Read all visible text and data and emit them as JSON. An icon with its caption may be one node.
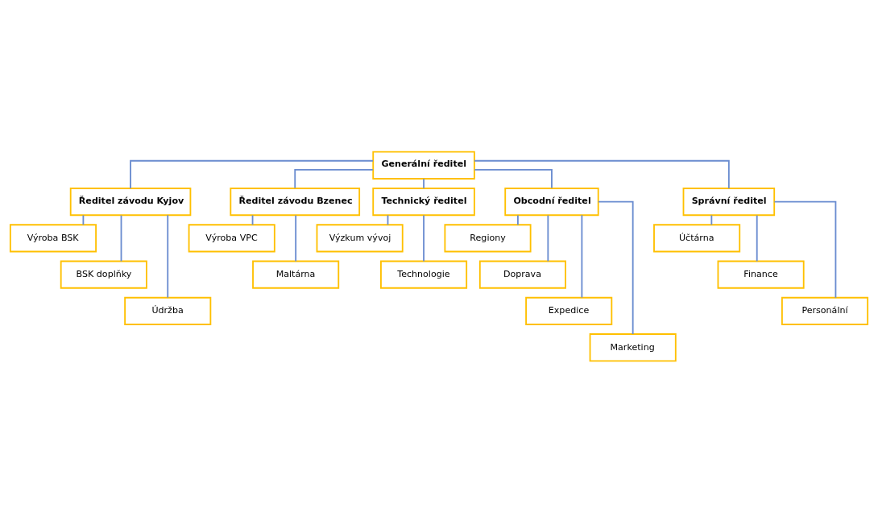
{
  "diagram": {
    "nodes": [
      {
        "text": [
          "Generální ředitel"
        ]
      },
      {
        "text": [
          "Ředitel závodu Kyjov"
        ]
      },
      {
        "text": [
          "Ředitel závodu Bzenec"
        ]
      },
      {
        "text": [
          "Technický ředitel"
        ]
      },
      {
        "text": [
          "Obcodní ředitel"
        ]
      },
      {
        "text": [
          "Správní ředitel"
        ]
      },
      {
        "text": [
          "Výroba BSK"
        ]
      },
      {
        "text": [
          "BSK doplňky"
        ]
      },
      {
        "text": [
          "Údržba"
        ]
      },
      {
        "text": [
          "Výroba VPC"
        ]
      },
      {
        "text": [
          "Maltárna"
        ]
      },
      {
        "text": [
          "Výzkum vývoj"
        ]
      },
      {
        "text": [
          "Technologie"
        ]
      },
      {
        "text": [
          "Regiony"
        ]
      },
      {
        "text": [
          "Doprava"
        ]
      },
      {
        "text": [
          "Expedice"
        ]
      },
      {
        "text": [
          "Marketing"
        ]
      },
      {
        "text": [
          "Účtárna"
        ]
      },
      {
        "text": [
          "Finance"
        ]
      },
      {
        "text": [
          "Personální"
        ]
      }
    ],
    "edges": [
      {
        "from": 0,
        "to": 1,
        "arrow": "none"
      },
      {
        "from": 0,
        "to": 2,
        "arrow": "none"
      },
      {
        "from": 0,
        "to": 3,
        "arrow": "none"
      },
      {
        "from": 0,
        "to": 4,
        "arrow": "none"
      },
      {
        "from": 0,
        "to": 5,
        "arrow": "none"
      },
      {
        "from": 1,
        "to": 6,
        "arrow": "none"
      },
      {
        "from": 1,
        "to": 7,
        "arrow": "none"
      },
      {
        "from": 1,
        "to": 8,
        "arrow": "none"
      },
      {
        "from": 2,
        "to": 9,
        "arrow": "none"
      },
      {
        "from": 2,
        "to": 10,
        "arrow": "none"
      },
      {
        "from": 3,
        "to": 11,
        "arrow": "none"
      },
      {
        "from": 3,
        "to": 12,
        "arrow": "none"
      },
      {
        "from": 4,
        "to": 13,
        "arrow": "none"
      },
      {
        "from": 4,
        "to": 14,
        "arrow": "none"
      },
      {
        "from": 4,
        "to": 15,
        "arrow": "none"
      },
      {
        "from": 4,
        "to": 16,
        "arrow": "none"
      },
      {
        "from": 5,
        "to": 17,
        "arrow": "none"
      },
      {
        "from": 5,
        "to": 18,
        "arrow": "none"
      },
      {
        "from": 5,
        "to": 19,
        "arrow": "none"
      }
    ]
  }
}
